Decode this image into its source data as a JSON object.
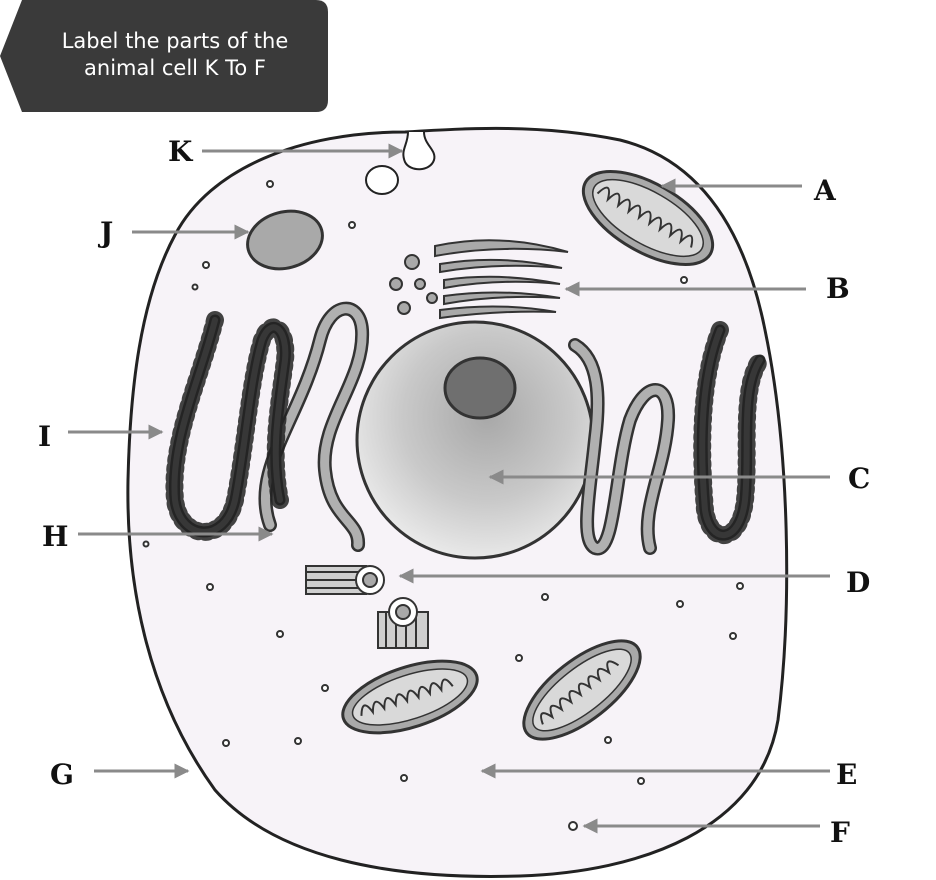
{
  "banner": {
    "text_line1": "Label the parts of the",
    "text_line2": "animal cell K To F"
  },
  "labels": {
    "A": "A",
    "B": "B",
    "C": "C",
    "D": "D",
    "E": "E",
    "F": "F",
    "G": "G",
    "H": "H",
    "I": "I",
    "J": "J",
    "K": "K"
  },
  "colors": {
    "banner_bg": "#3a3a3a",
    "cell_fill": "#f7f3f8",
    "organelle_gray": "#a9a9a9",
    "nucleus_gray": "#c8c8c8",
    "nucleolus_gray": "#6f6f6f",
    "arrow_gray": "#8a8a8a"
  }
}
